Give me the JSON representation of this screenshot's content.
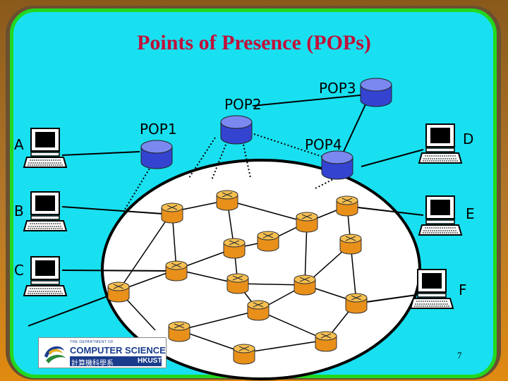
{
  "slide": {
    "title": "Points of Presence (POPs)",
    "page_number": "7"
  },
  "pops": [
    {
      "id": "POP1",
      "label": "POP1"
    },
    {
      "id": "POP2",
      "label": "POP2"
    },
    {
      "id": "POP3",
      "label": "POP3"
    },
    {
      "id": "POP4",
      "label": "POP4"
    }
  ],
  "hosts": [
    {
      "id": "A",
      "label": "A"
    },
    {
      "id": "B",
      "label": "B"
    },
    {
      "id": "C",
      "label": "C"
    },
    {
      "id": "D",
      "label": "D"
    },
    {
      "id": "E",
      "label": "E"
    },
    {
      "id": "F",
      "label": "F"
    }
  ],
  "logo": {
    "dept": "THE DEPARTMENT OF",
    "name": "COMPUTER SCIENCE",
    "cjk": "計算機科學系",
    "institution": "HKUST"
  },
  "colors": {
    "panel": "#18e0f0",
    "panel_border": "#22d81e",
    "title": "#c0103a",
    "pop_router": "#4a5ae0",
    "core_router": "#f0a020"
  }
}
